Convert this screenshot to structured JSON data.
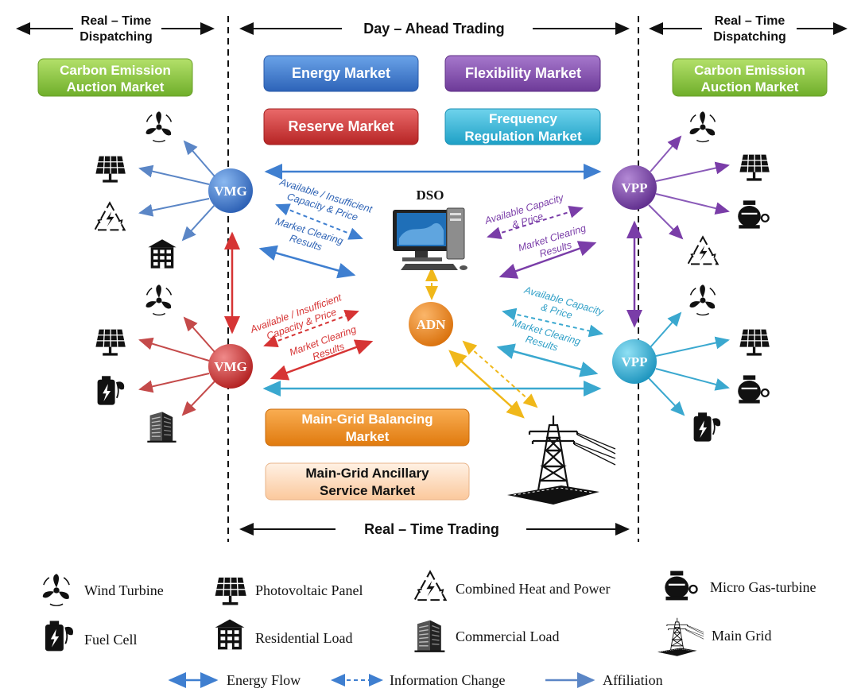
{
  "headers": {
    "rt_dispatch_left_1": "Real – Time",
    "rt_dispatch_left_2": "Dispatching",
    "rt_dispatch_right_1": "Real – Time",
    "rt_dispatch_right_2": "Dispatching",
    "day_ahead": "Day – Ahead Trading",
    "real_time_trading": "Real – Time Trading"
  },
  "markets": {
    "carbon_left_1": "Carbon Emission",
    "carbon_left_2": "Auction Market",
    "carbon_right_1": "Carbon Emission",
    "carbon_right_2": "Auction Market",
    "energy": "Energy Market",
    "flexibility": "Flexibility Market",
    "reserve": "Reserve Market",
    "frequency_1": "Frequency",
    "frequency_2": "Regulation Market",
    "balancing_1": "Main-Grid Balancing",
    "balancing_2": "Market",
    "ancillary_1": "Main-Grid Ancillary",
    "ancillary_2": "Service Market"
  },
  "nodes": {
    "vmg_top": "VMG",
    "vmg_bottom": "VMG",
    "vpp_top": "VPP",
    "vpp_bottom": "VPP",
    "dso": "DSO",
    "adn": "ADN"
  },
  "flow_labels": {
    "vmg1_a": "Available / Insufficient",
    "vmg1_b": "Capacity & Price",
    "vmg1_c": "Market Clearing",
    "vmg1_d": "Results",
    "vmg2_a": "Available / Insufficient",
    "vmg2_b": "Capacity & Price",
    "vmg2_c": "Market Clearing",
    "vmg2_d": "Results",
    "vpp1_a": "Available Capacity",
    "vpp1_b": "& Price",
    "vpp1_c": "Market Clearing",
    "vpp1_d": "Results",
    "vpp2_a": "Available  Capacity",
    "vpp2_b": "& Price",
    "vpp2_c": "Market Clearing",
    "vpp2_d": "Results"
  },
  "legend": {
    "wind": "Wind Turbine",
    "pv": "Photovoltaic Panel",
    "chp": "Combined Heat and Power",
    "mgt": "Micro Gas-turbine",
    "fuel": "Fuel Cell",
    "res": "Residential Load",
    "com": "Commercial Load",
    "grid": "Main Grid",
    "energy_flow": "Energy Flow",
    "info_change": "Information Change",
    "affiliation": "Affiliation"
  },
  "colors": {
    "energy_market": "#3f7fd0",
    "flexibility_market": "#8a4fb5",
    "reserve_market": "#cc3a3a",
    "frequency_market": "#33b6d6",
    "carbon_market": "#8cc63f",
    "balancing_market": "#f08a1c",
    "ancillary_market": "#fbd7b8",
    "vmg_top": "#3b73c8",
    "vmg_bottom": "#d32f2f",
    "vpp_top": "#7a3da8",
    "vpp_bottom": "#3aa8cf",
    "adn": "#f28c1e",
    "energy_flow": "#3f7fd0",
    "affiliation": "#5b86c6"
  }
}
